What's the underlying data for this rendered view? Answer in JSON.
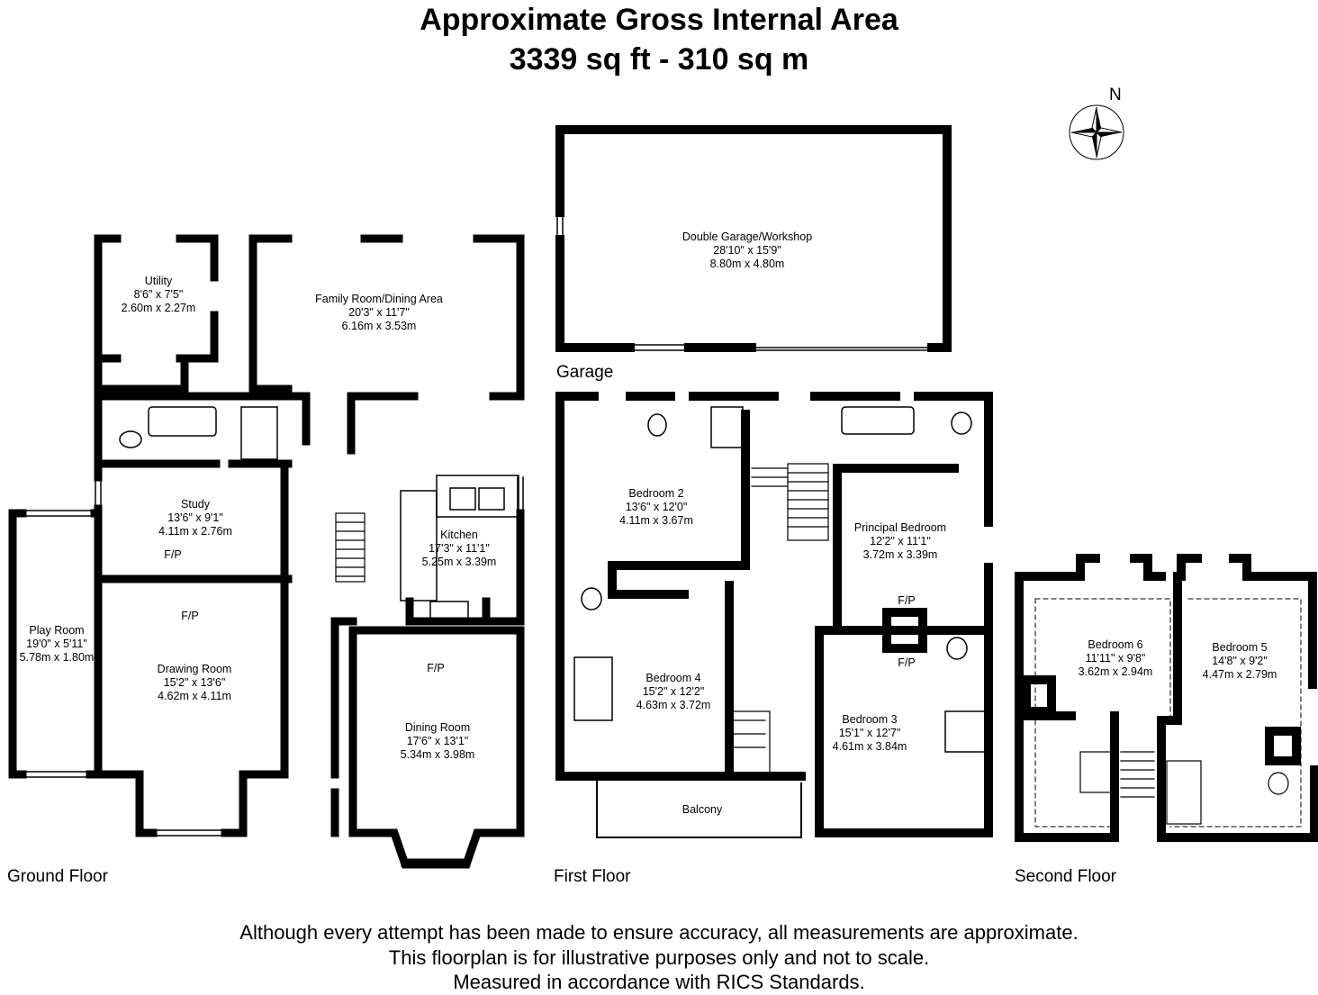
{
  "header": {
    "line1": "Approximate Gross Internal Area",
    "line2": "3339 sq ft - 310 sq m"
  },
  "compass": {
    "north_label": "N",
    "icon": "compass-rose-icon"
  },
  "floors": {
    "ground": "Ground Floor",
    "first": "First Floor",
    "second": "Second Floor"
  },
  "garage_label": "Garage",
  "rooms": {
    "double_garage": {
      "name": "Double Garage/Workshop",
      "imperial": "28'10\" x 15'9\"",
      "metric": "8.80m x 4.80m"
    },
    "utility": {
      "name": "Utility",
      "imperial": "8'6\" x 7'5\"",
      "metric": "2.60m x 2.27m"
    },
    "family_room": {
      "name": "Family Room/Dining Area",
      "imperial": "20'3\" x 11'7\"",
      "metric": "6.16m x 3.53m"
    },
    "study": {
      "name": "Study",
      "imperial": "13'6\" x 9'1\"",
      "metric": "4.11m x 2.76m"
    },
    "kitchen": {
      "name": "Kitchen",
      "imperial": "17'3\" x 11'1\"",
      "metric": "5.25m x 3.39m"
    },
    "play_room": {
      "name": "Play Room",
      "imperial": "19'0\" x 5'11\"",
      "metric": "5.78m x 1.80m"
    },
    "drawing_room": {
      "name": "Drawing Room",
      "imperial": "15'2\" x 13'6\"",
      "metric": "4.62m x 4.11m"
    },
    "dining_room": {
      "name": "Dining Room",
      "imperial": "17'6\" x 13'1\"",
      "metric": "5.34m x 3.98m"
    },
    "bedroom_2": {
      "name": "Bedroom 2",
      "imperial": "13'6\" x 12'0\"",
      "metric": "4.11m x 3.67m"
    },
    "principal_bedroom": {
      "name": "Principal Bedroom",
      "imperial": "12'2\" x 11'1\"",
      "metric": "3.72m x 3.39m"
    },
    "bedroom_4": {
      "name": "Bedroom 4",
      "imperial": "15'2\" x 12'2\"",
      "metric": "4.63m x 3.72m"
    },
    "bedroom_3": {
      "name": "Bedroom 3",
      "imperial": "15'1\" x 12'7\"",
      "metric": "4.61m x 3.84m"
    },
    "balcony": {
      "name": "Balcony"
    },
    "bedroom_6": {
      "name": "Bedroom 6",
      "imperial": "11'11\" x 9'8\"",
      "metric": "3.62m x 2.94m"
    },
    "bedroom_5": {
      "name": "Bedroom 5",
      "imperial": "14'8\" x 9'2\"",
      "metric": "4.47m x 2.79m"
    }
  },
  "fireplace_label": "F/P",
  "disclaimer": {
    "line1": "Although every attempt has been made to ensure accuracy, all measurements are approximate.",
    "line2": "This floorplan is for illustrative purposes only and not to scale.",
    "line3": "Measured in accordance with RICS Standards."
  }
}
